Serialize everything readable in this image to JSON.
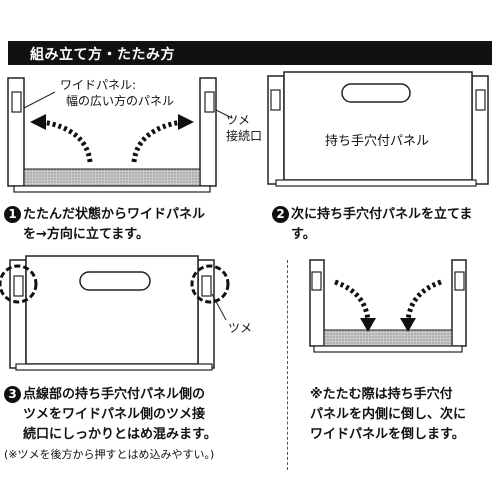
{
  "header": {
    "title": "組み立て方・たたみ方"
  },
  "fig1": {
    "label_wide_line1": "ワイドパネル:",
    "label_wide_line2": "幅の広い方のパネル",
    "label_tab_line1": "ツメ",
    "label_tab_line2": "接続口"
  },
  "fig2": {
    "panel_label": "持ち手穴付パネル"
  },
  "fig3": {
    "label_tab": "ツメ"
  },
  "steps": [
    {
      "num": "1",
      "lines": [
        "たたんだ状態からワイドパネル",
        "を→方向に立てます。"
      ]
    },
    {
      "num": "2",
      "lines": [
        "次に持ち手穴付パネルを立てま",
        "す。"
      ]
    },
    {
      "num": "3",
      "lines": [
        "点線部の持ち手穴付パネル側の",
        "ツメをワイドパネル側のツメ接",
        "続口にしっかりとはめ混みます。"
      ],
      "note": "(※ツメを後方から押すとはめ込みやすい。)"
    }
  ],
  "fold_note": {
    "lines": [
      "※たたむ際は持ち手穴付",
      "パネルを内側に倒し、次に",
      "ワイドパネルを倒します。"
    ]
  }
}
